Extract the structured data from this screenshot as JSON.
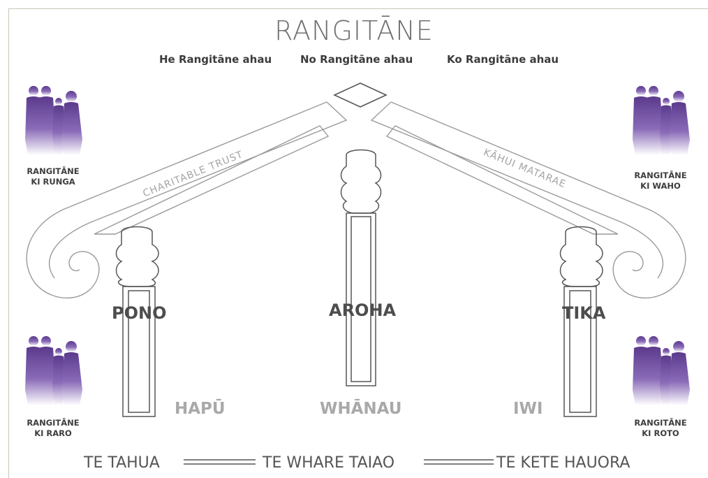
{
  "title": "RANGITĀNE",
  "subtitles": [
    "He Rangitāne ahau",
    "No Rangitāne ahau",
    "Ko Rangitāne ahau"
  ],
  "roof_labels": {
    "left": "CHARITABLE TRUST",
    "right": "KĀHUI MATARAE"
  },
  "values": {
    "left": "PONO",
    "center": "AROHA",
    "right": "TIKA"
  },
  "levels": {
    "left": "HAPŪ",
    "center": "WHĀNAU",
    "right": "IWI"
  },
  "groups": {
    "top_left": {
      "line1": "RANGITĀNE",
      "line2": "KI RUNGA"
    },
    "top_right": {
      "line1": "RANGITĀNE",
      "line2": "KI WAHO"
    },
    "bottom_left": {
      "line1": "RANGITĀNE",
      "line2": "KI RARO"
    },
    "bottom_right": {
      "line1": "RANGITĀNE",
      "line2": "KI ROTO"
    }
  },
  "bottom_labels": {
    "left": "TE TAHUA",
    "center": "TE WHARE TAIAO",
    "right": "TE KETE HAUORA"
  },
  "colors": {
    "line": "#7a7a7a",
    "purple": "#5b3a8c",
    "roof": "#9a9a9a"
  }
}
